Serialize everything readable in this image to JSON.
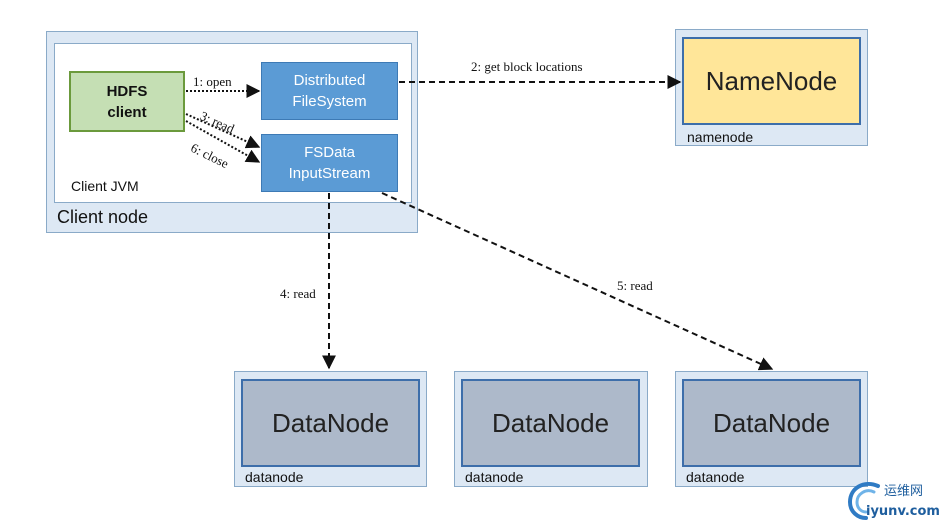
{
  "client_node": {
    "label": "Client node",
    "jvm_label": "Client JVM"
  },
  "hdfs_client": {
    "line1": "HDFS",
    "line2": "client"
  },
  "dfs": {
    "line1": "Distributed",
    "line2": "FileSystem"
  },
  "fsdis": {
    "line1": "FSData",
    "line2": "InputStream"
  },
  "namenode": {
    "title": "NameNode",
    "host": "namenode"
  },
  "datanodes": [
    {
      "title": "DataNode",
      "host": "datanode"
    },
    {
      "title": "DataNode",
      "host": "datanode"
    },
    {
      "title": "DataNode",
      "host": "datanode"
    }
  ],
  "edges": {
    "open": "1: open",
    "get_locations": "2: get block locations",
    "read3": "3: read",
    "read4": "4: read",
    "read5": "5: read",
    "close": "6: close"
  },
  "watermark": {
    "text1": "运维网",
    "text2": "iyunv.com"
  }
}
